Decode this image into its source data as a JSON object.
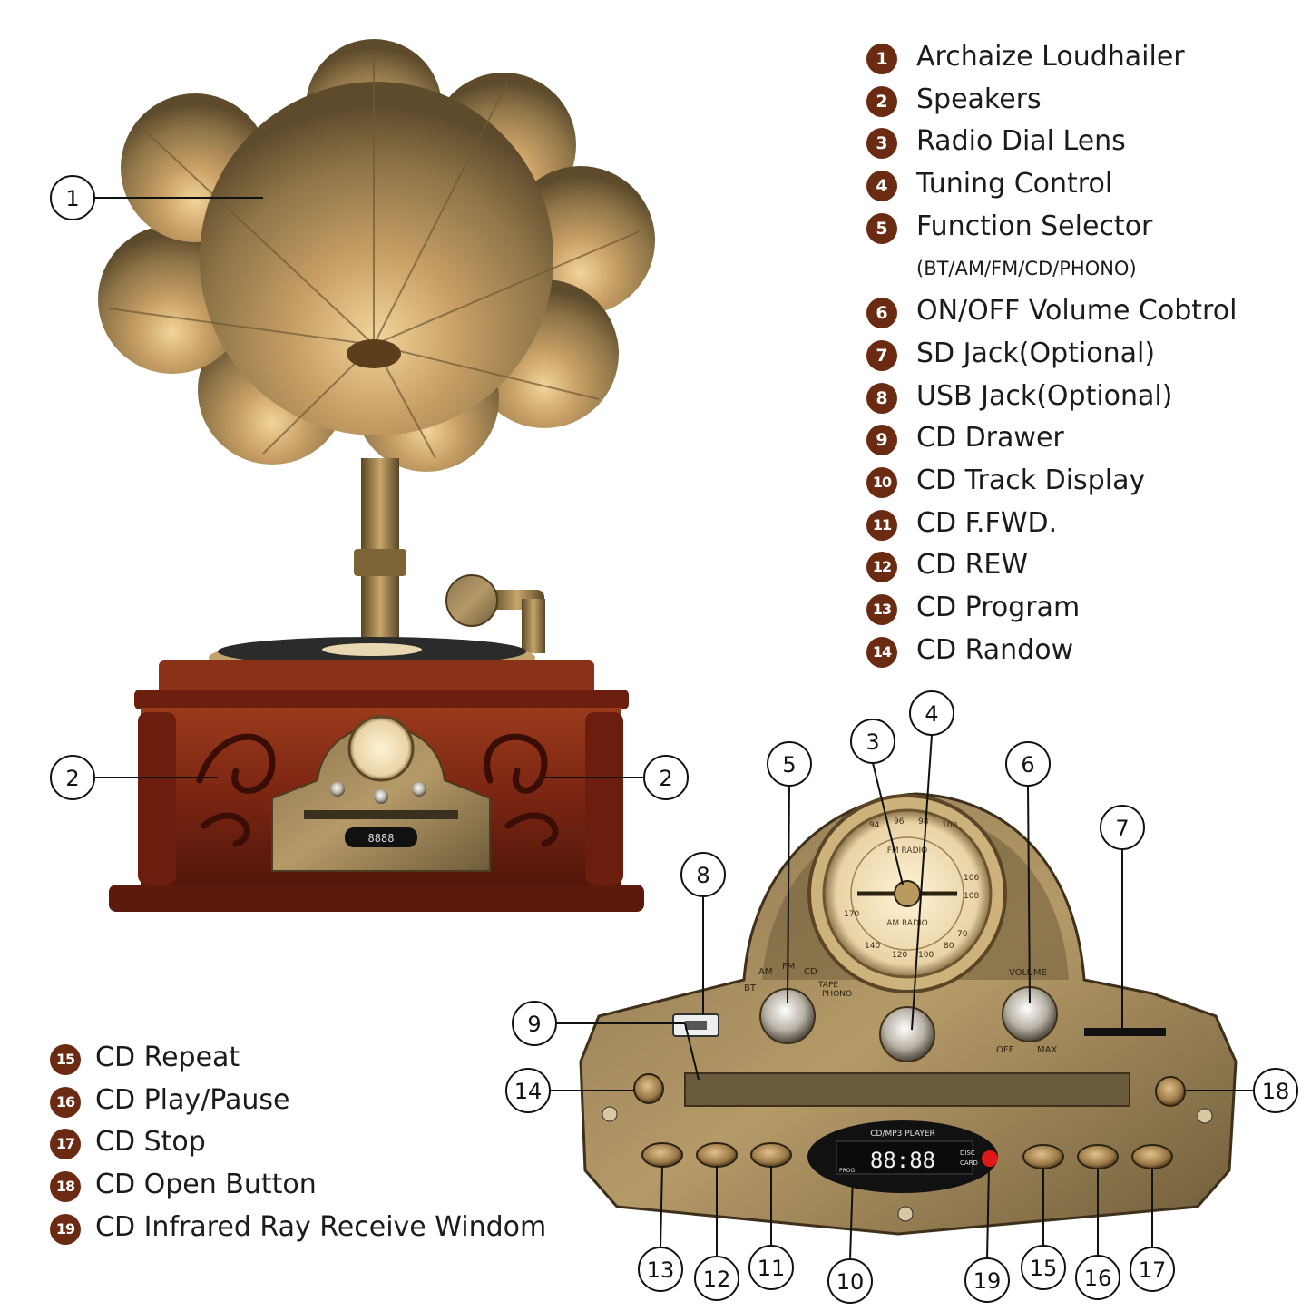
{
  "legend_top": [
    {
      "n": "1",
      "label": "Archaize Loudhailer"
    },
    {
      "n": "2",
      "label": "Speakers"
    },
    {
      "n": "3",
      "label": "Radio Dial Lens"
    },
    {
      "n": "4",
      "label": "Tuning Control"
    },
    {
      "n": "5",
      "label": "Function Selector"
    },
    {
      "n": "",
      "label": "(BT/AM/FM/CD/PHONO)"
    },
    {
      "n": "6",
      "label": "ON/OFF Volume Cobtrol"
    },
    {
      "n": "7",
      "label": "SD Jack(Optional)"
    },
    {
      "n": "8",
      "label": "USB Jack(Optional)"
    },
    {
      "n": "9",
      "label": "CD Drawer"
    },
    {
      "n": "10",
      "label": "CD Track Display"
    },
    {
      "n": "11",
      "label": "CD F.FWD."
    },
    {
      "n": "12",
      "label": "CD REW"
    },
    {
      "n": "13",
      "label": "CD Program"
    },
    {
      "n": "14",
      "label": "CD Randow"
    }
  ],
  "legend_bottom": [
    {
      "n": "15",
      "label": "CD Repeat"
    },
    {
      "n": "16",
      "label": "CD Play/Pause"
    },
    {
      "n": "17",
      "label": "CD Stop"
    },
    {
      "n": "18",
      "label": "CD Open Button"
    },
    {
      "n": "19",
      "label": "CD Infrared Ray Receive Windom"
    }
  ],
  "callouts": {
    "c1": "1",
    "c2a": "2",
    "c2b": "2",
    "c3": "3",
    "c4": "4",
    "c5": "5",
    "c6": "6",
    "c7": "7",
    "c8": "8",
    "c9": "9",
    "c10": "10",
    "c11": "11",
    "c12": "12",
    "c13": "13",
    "c14": "14",
    "c15": "15",
    "c16": "16",
    "c17": "17",
    "c18": "18",
    "c19": "19"
  },
  "panel": {
    "cd_player_label": "CD/MP3 PLAYER",
    "display_digits": "88:88",
    "disc": "DISC",
    "card": "CARD",
    "prog": "PROG",
    "volume": "VOLUME",
    "off": "OFF",
    "max": "MAX",
    "am": "AM",
    "fm": "FM",
    "cd": "CD",
    "bt": "BT",
    "tape": "TAPE",
    "phono": "PHONO",
    "dial_top": [
      "94",
      "96",
      "98",
      "100"
    ],
    "dial_right": [
      "106",
      "108"
    ],
    "dial_bottom": [
      "140",
      "120",
      "100",
      "80",
      "70"
    ],
    "dial_left": [
      "170"
    ],
    "fm_radio": "FM RADIO",
    "am_radio": "AM RADIO"
  },
  "colors": {
    "brand_dark": "#6b2a12",
    "brass": "#b08b4f",
    "wood": "#7a2512"
  }
}
